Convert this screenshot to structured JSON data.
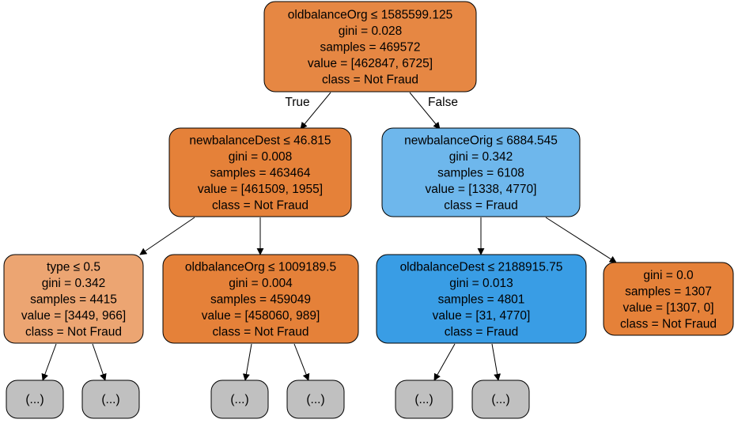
{
  "nodes": {
    "root": {
      "fill": "#e68743",
      "lines": [
        "oldbalanceOrg ≤ 1585599.125",
        "gini = 0.028",
        "samples = 469572",
        "value = [462847, 6725]",
        "class = Not Fraud"
      ]
    },
    "left": {
      "fill": "#e58139",
      "lines": [
        "newbalanceDest ≤ 46.815",
        "gini = 0.008",
        "samples = 463464",
        "value = [461509, 1955]",
        "class = Not Fraud"
      ]
    },
    "right": {
      "fill": "#6eb7ec",
      "lines": [
        "newbalanceOrig ≤ 6884.545",
        "gini = 0.342",
        "samples = 6108",
        "value = [1338, 4770]",
        "class = Fraud"
      ]
    },
    "left_left": {
      "fill": "#eca572",
      "lines": [
        "type ≤ 0.5",
        "gini = 0.342",
        "samples = 4415",
        "value = [3449, 966]",
        "class = Not Fraud"
      ]
    },
    "left_right": {
      "fill": "#e58139",
      "lines": [
        "oldbalanceOrg ≤ 1009189.5",
        "gini = 0.004",
        "samples = 459049",
        "value = [458060, 989]",
        "class = Not Fraud"
      ]
    },
    "right_left": {
      "fill": "#399de5",
      "lines": [
        "oldbalanceDest ≤ 2188915.75",
        "gini = 0.013",
        "samples = 4801",
        "value = [31, 4770]",
        "class = Fraud"
      ]
    },
    "right_right": {
      "fill": "#e58139",
      "lines": [
        "gini = 0.0",
        "samples = 1307",
        "value = [1307, 0]",
        "class = Not Fraud"
      ]
    },
    "trunc": {
      "fill": "#c0c0c0",
      "label": "(...)"
    }
  },
  "edge_labels": {
    "true": "True",
    "false": "False"
  }
}
